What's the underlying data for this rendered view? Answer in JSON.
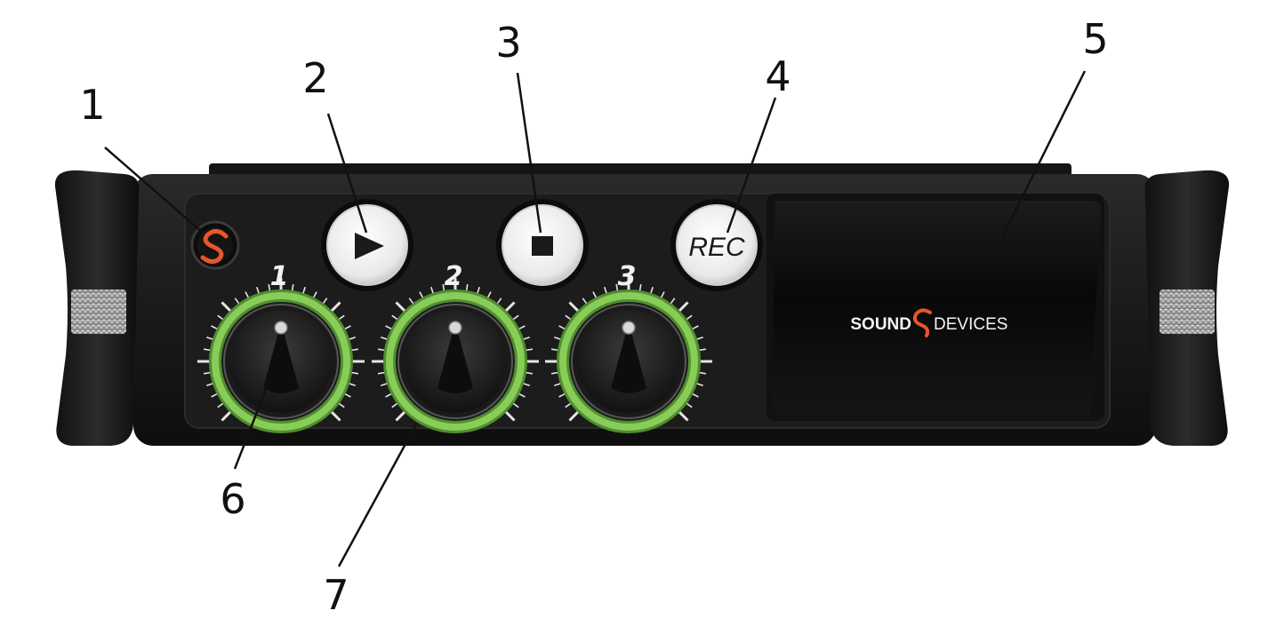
{
  "callouts": [
    {
      "number": "1",
      "target": "power-logo-button"
    },
    {
      "number": "2",
      "target": "play-button"
    },
    {
      "number": "3",
      "target": "stop-button"
    },
    {
      "number": "4",
      "target": "record-button"
    },
    {
      "number": "5",
      "target": "display-screen"
    },
    {
      "number": "6",
      "target": "gain-knob-1"
    },
    {
      "number": "7",
      "target": "gain-knob-2-ring"
    }
  ],
  "buttons": {
    "play_icon": "play-icon",
    "stop_icon": "stop-icon",
    "record_label": "REC"
  },
  "knobs": [
    {
      "label": "1"
    },
    {
      "label": "2"
    },
    {
      "label": "3"
    }
  ],
  "display": {
    "logo_bold": "SOUND",
    "logo_light": "DEVICES"
  },
  "colors": {
    "body": "#1b1b1b",
    "ring_glow": "#8fd35f",
    "power_logo": "#e8562a",
    "button_face": "#f2f2f2"
  }
}
